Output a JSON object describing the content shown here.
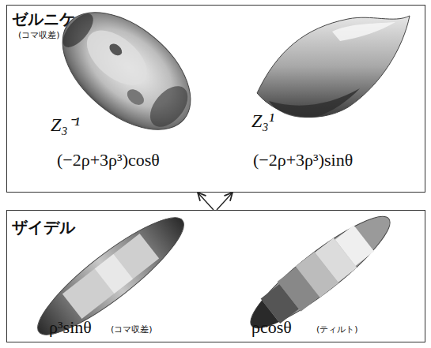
{
  "diagram": {
    "nodes": [
      {
        "text": [
          "ゼルニケ",
          "(コマ収差)"
        ]
      },
      {
        "text": [
          "ザイデル"
        ]
      }
    ],
    "edges": [
      {
        "from": 1,
        "to": 0,
        "arrow": "to"
      },
      {
        "from": 1,
        "to": 0,
        "arrow": "to"
      }
    ],
    "labels": [
      "Z₃⁻¹",
      "Z₃¹",
      "(−2ρ+3ρ³)cosθ",
      "(−2ρ+3ρ³)sinθ",
      "ρ³sinθ",
      "(コマ収差)",
      "ρcosθ",
      "(ティルト)"
    ]
  }
}
